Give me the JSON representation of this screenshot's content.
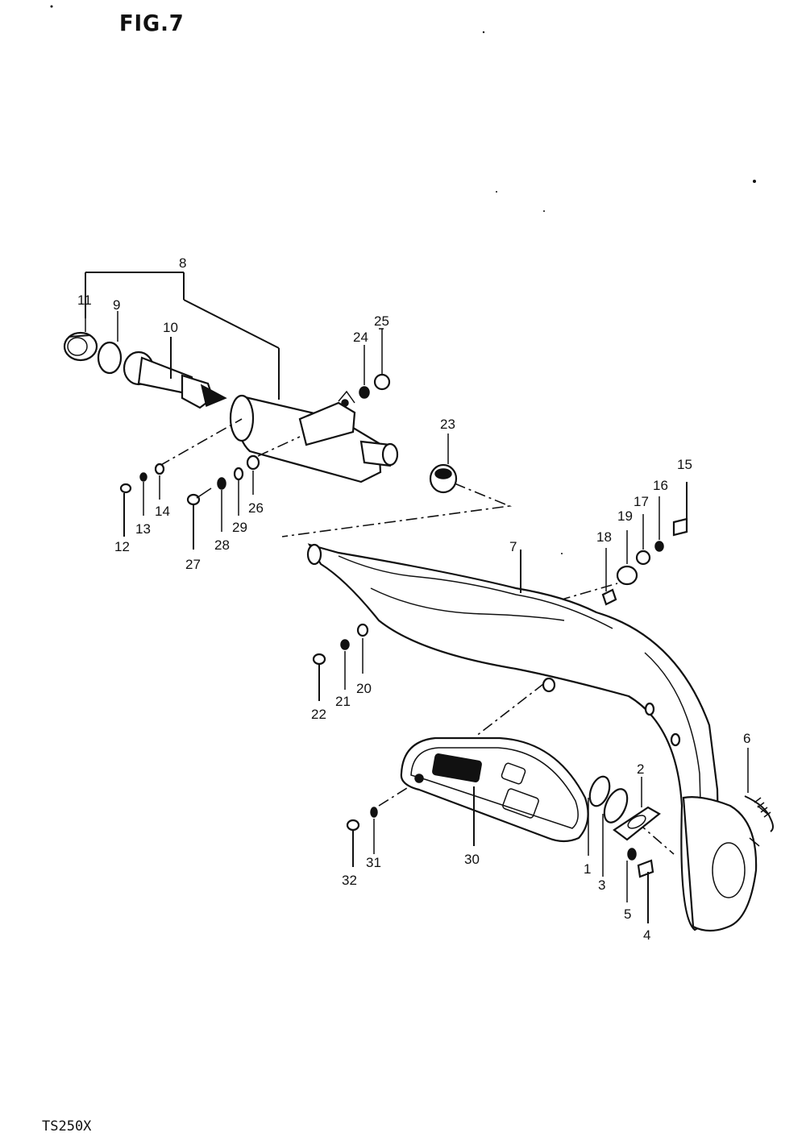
{
  "figure": {
    "title": "FIG.7",
    "model_code": "TS250X"
  },
  "callouts": {
    "c1": "1",
    "c2": "2",
    "c3": "3",
    "c4": "4",
    "c5": "5",
    "c6": "6",
    "c7": "7",
    "c8": "8",
    "c9": "9",
    "c10": "10",
    "c11": "11",
    "c12": "12",
    "c13": "13",
    "c14": "14",
    "c15": "15",
    "c16": "16",
    "c17": "17",
    "c18": "18",
    "c19": "19",
    "c20": "20",
    "c21": "21",
    "c22": "22",
    "c23": "23",
    "c24": "24",
    "c25": "25",
    "c26": "26",
    "c27": "27",
    "c28": "28",
    "c29": "29",
    "c30": "30",
    "c31": "31",
    "c32": "32"
  }
}
